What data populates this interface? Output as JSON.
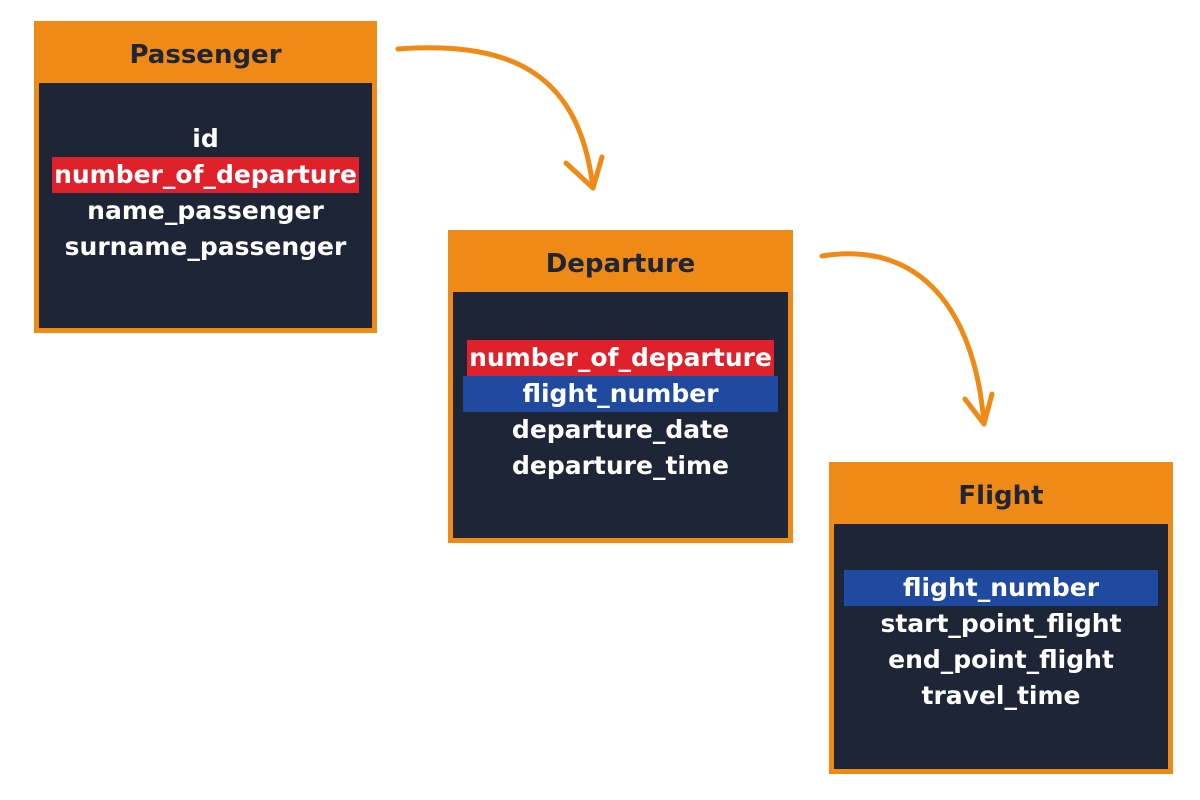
{
  "colors": {
    "header": "#ef8a17",
    "body": "#1e2536",
    "foreign_key_highlight": "#e0202b",
    "primary_key_highlight": "#1f4aa0",
    "arrow": "#ef8a17"
  },
  "entities": {
    "passenger": {
      "title": "Passenger",
      "fields": [
        "id",
        "number_of_departure",
        "name_passenger",
        "surname_passenger"
      ]
    },
    "departure": {
      "title": "Departure",
      "fields": [
        "number_of_departure",
        "flight_number",
        "departure_date",
        "departure_time"
      ]
    },
    "flight": {
      "title": "Flight",
      "fields": [
        "flight_number",
        "start_point_flight",
        "end_point_flight",
        "travel_time"
      ]
    }
  }
}
